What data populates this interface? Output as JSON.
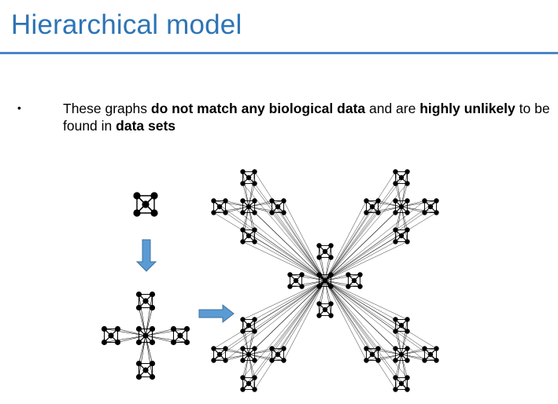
{
  "slide": {
    "title": "Hierarchical model",
    "bullet_marker": "•",
    "bullet": {
      "t1": "These graphs ",
      "b1": "do not match any biological data",
      "t2": " and are ",
      "b2": "highly unlikely",
      "t3": " to be found in ",
      "b3": "data sets"
    }
  },
  "colors": {
    "title": "#2e74b5",
    "rule": "#4a86c8",
    "arrow_fill": "#5b9bd5",
    "arrow_stroke": "#41719c",
    "node": "#000000"
  },
  "figure": {
    "stages": [
      "single-module",
      "first-iteration",
      "second-iteration"
    ],
    "arrows": [
      "down-arrow",
      "right-arrow"
    ]
  }
}
